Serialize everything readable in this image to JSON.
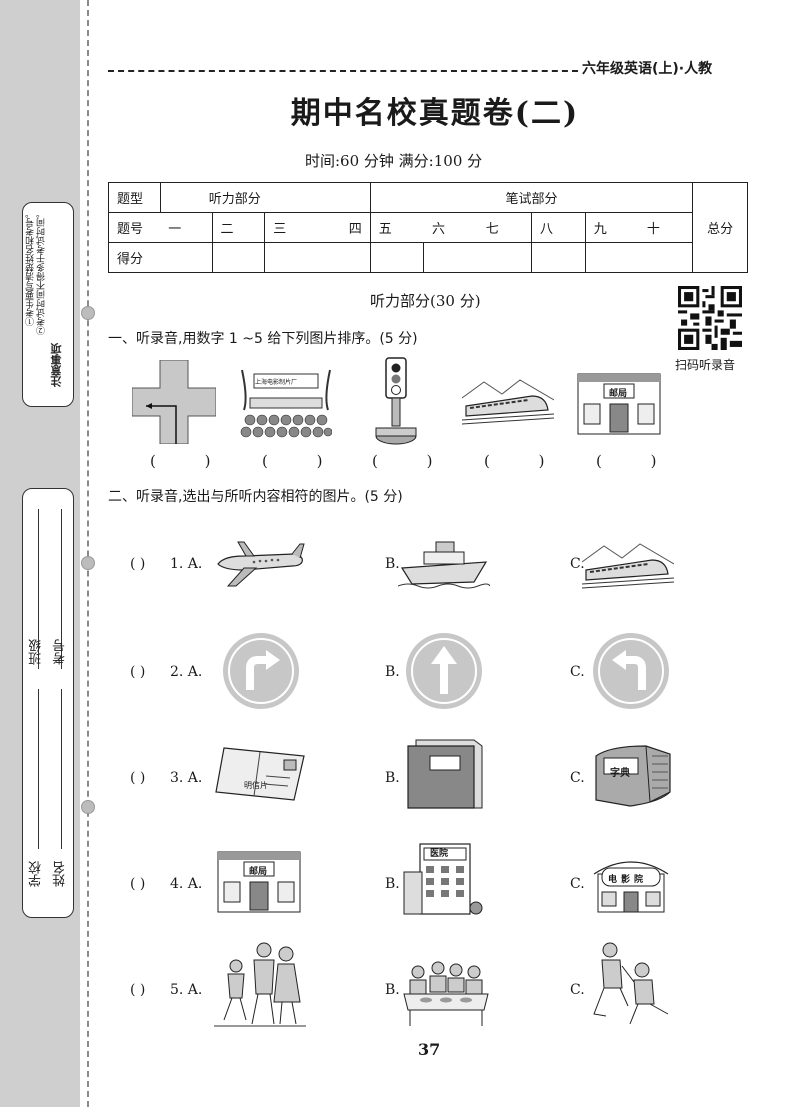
{
  "sidebar": {
    "notice_label": "注意事项",
    "notice_lines": [
      "①考生要写清楚姓名和考号。",
      "②考试时间不得多于考试时间。",
      "③答卷时要字迹清楚，卷面整洁。"
    ],
    "fields": [
      "学校",
      "姓名",
      "班级",
      "考号"
    ]
  },
  "header": {
    "book_title": "六年级英语(上)·人教",
    "exam_title": "期中名校真题卷(二)",
    "exam_info": "时间:60 分钟   满分:100 分"
  },
  "score_table": {
    "row1": {
      "label": "题型",
      "listening": "听力部分",
      "writing": "笔试部分",
      "total": "总分"
    },
    "row2": {
      "label": "题号",
      "nums": [
        "一",
        "二",
        "三",
        "四",
        "五",
        "六",
        "七",
        "八",
        "九",
        "十"
      ]
    },
    "row3": {
      "label": "得分"
    }
  },
  "listening": {
    "title": "听力部分(30 分)",
    "qr_label": "扫码听录音"
  },
  "section1": {
    "title": "一、听录音,用数字 1 ~5 给下列图片排序。(5 分)",
    "cinema_sign": "上海电影制片厂",
    "post_sign": "邮局",
    "blank": "(    )"
  },
  "section2": {
    "title": "二、听录音,选出与所听内容相符的图片。(5 分)",
    "paren": "(    )",
    "questions": [
      {
        "num": "1. A.",
        "b": "B.",
        "c": "C."
      },
      {
        "num": "2. A.",
        "b": "B.",
        "c": "C."
      },
      {
        "num": "3. A.",
        "b": "B.",
        "c": "C."
      },
      {
        "num": "4. A.",
        "b": "B.",
        "c": "C."
      },
      {
        "num": "5. A.",
        "b": "B.",
        "c": "C."
      }
    ],
    "q3_postcard": "明信片",
    "q3_dict": "字典",
    "q4_post": "邮局",
    "q4_hospital": "医院",
    "q4_cinema": "电影院"
  },
  "page_number": "37"
}
